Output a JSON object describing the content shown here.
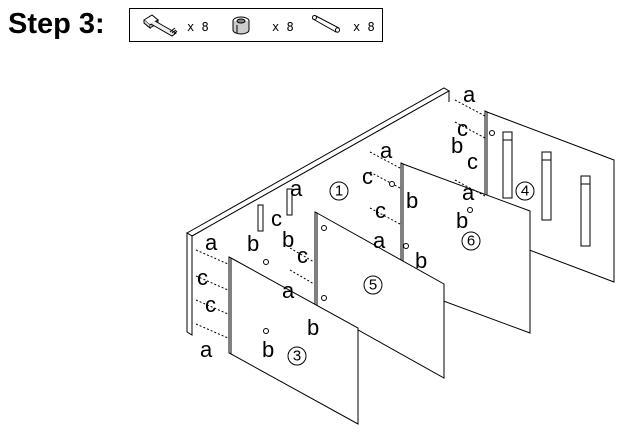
{
  "header": {
    "title": "Step 3:"
  },
  "parts": [
    {
      "icon": "cam-bolt-icon",
      "qty": "x 8"
    },
    {
      "icon": "cam-lock-icon",
      "qty": "x 8"
    },
    {
      "icon": "wood-dowel-icon",
      "qty": "x 8"
    }
  ],
  "panels": {
    "p1": "1",
    "p3": "3",
    "p4": "4",
    "p5": "5",
    "p6": "6"
  },
  "labels": {
    "a": "a",
    "b": "b",
    "c": "c"
  }
}
